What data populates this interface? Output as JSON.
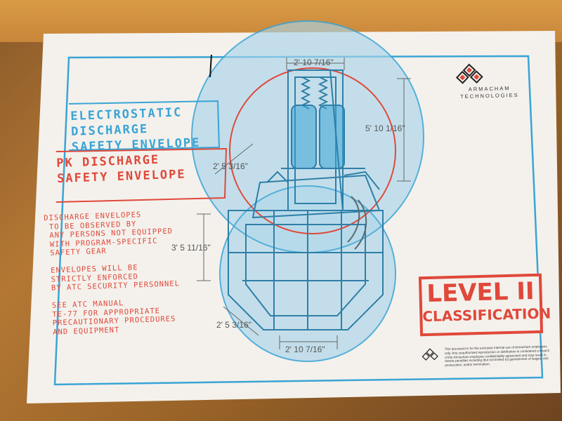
{
  "labels": {
    "esd": "ELECTROSTATIC\nDISCHARGE\nSAFETY ENVELOPE",
    "pk": "PK DISCHARGE\nSAFETY ENVELOPE",
    "notes": "DISCHARGE ENVELOPES\n TO BE OBSERVED BY\n ANY PERSONS NOT EQUIPPED\n WITH PROGRAM-SPECIFIC\n SAFETY GEAR\n\n ENVELOPES WILL BE\n STRICTLY ENFORCED\n BY ATC SECURITY PERSONNEL\n\n SEE ATC MANUAL\n TE-77 FOR APPROPRIATE\n PRECAUTIONARY PROCEDURES\n AND EQUIPMENT"
  },
  "dimensions": {
    "top_width": "2' 10 7/16\"",
    "height_right": "5' 10 1/16\"",
    "radius_left": "2' 5 3/16\"",
    "height_left": "3' 5 11/16\"",
    "radius_bottom": "2' 5 3/16\"",
    "bottom_width": "2' 10 7/16\""
  },
  "logo": {
    "name": "ARMACHAM\nTECHNOLOGIES",
    "icon": "armacham-logo-icon"
  },
  "classification": {
    "line1": "LEVEL II",
    "line2": "CLASSIFICATION"
  },
  "disclaimer": "This document is for the exclusive internal use of Armacham employees only. Any unauthorized reproduction or distribution is considered a breach of the Armacham employee confidentiality agreement and may result in severe penalties including (but not limited to) garnishment of wages, civil prosecution, and/or termination.",
  "colors": {
    "envelope_blue": "#3aa4d6",
    "pk_red": "#e0483a",
    "paper": "#f4f1ec",
    "board": "#b47834"
  }
}
